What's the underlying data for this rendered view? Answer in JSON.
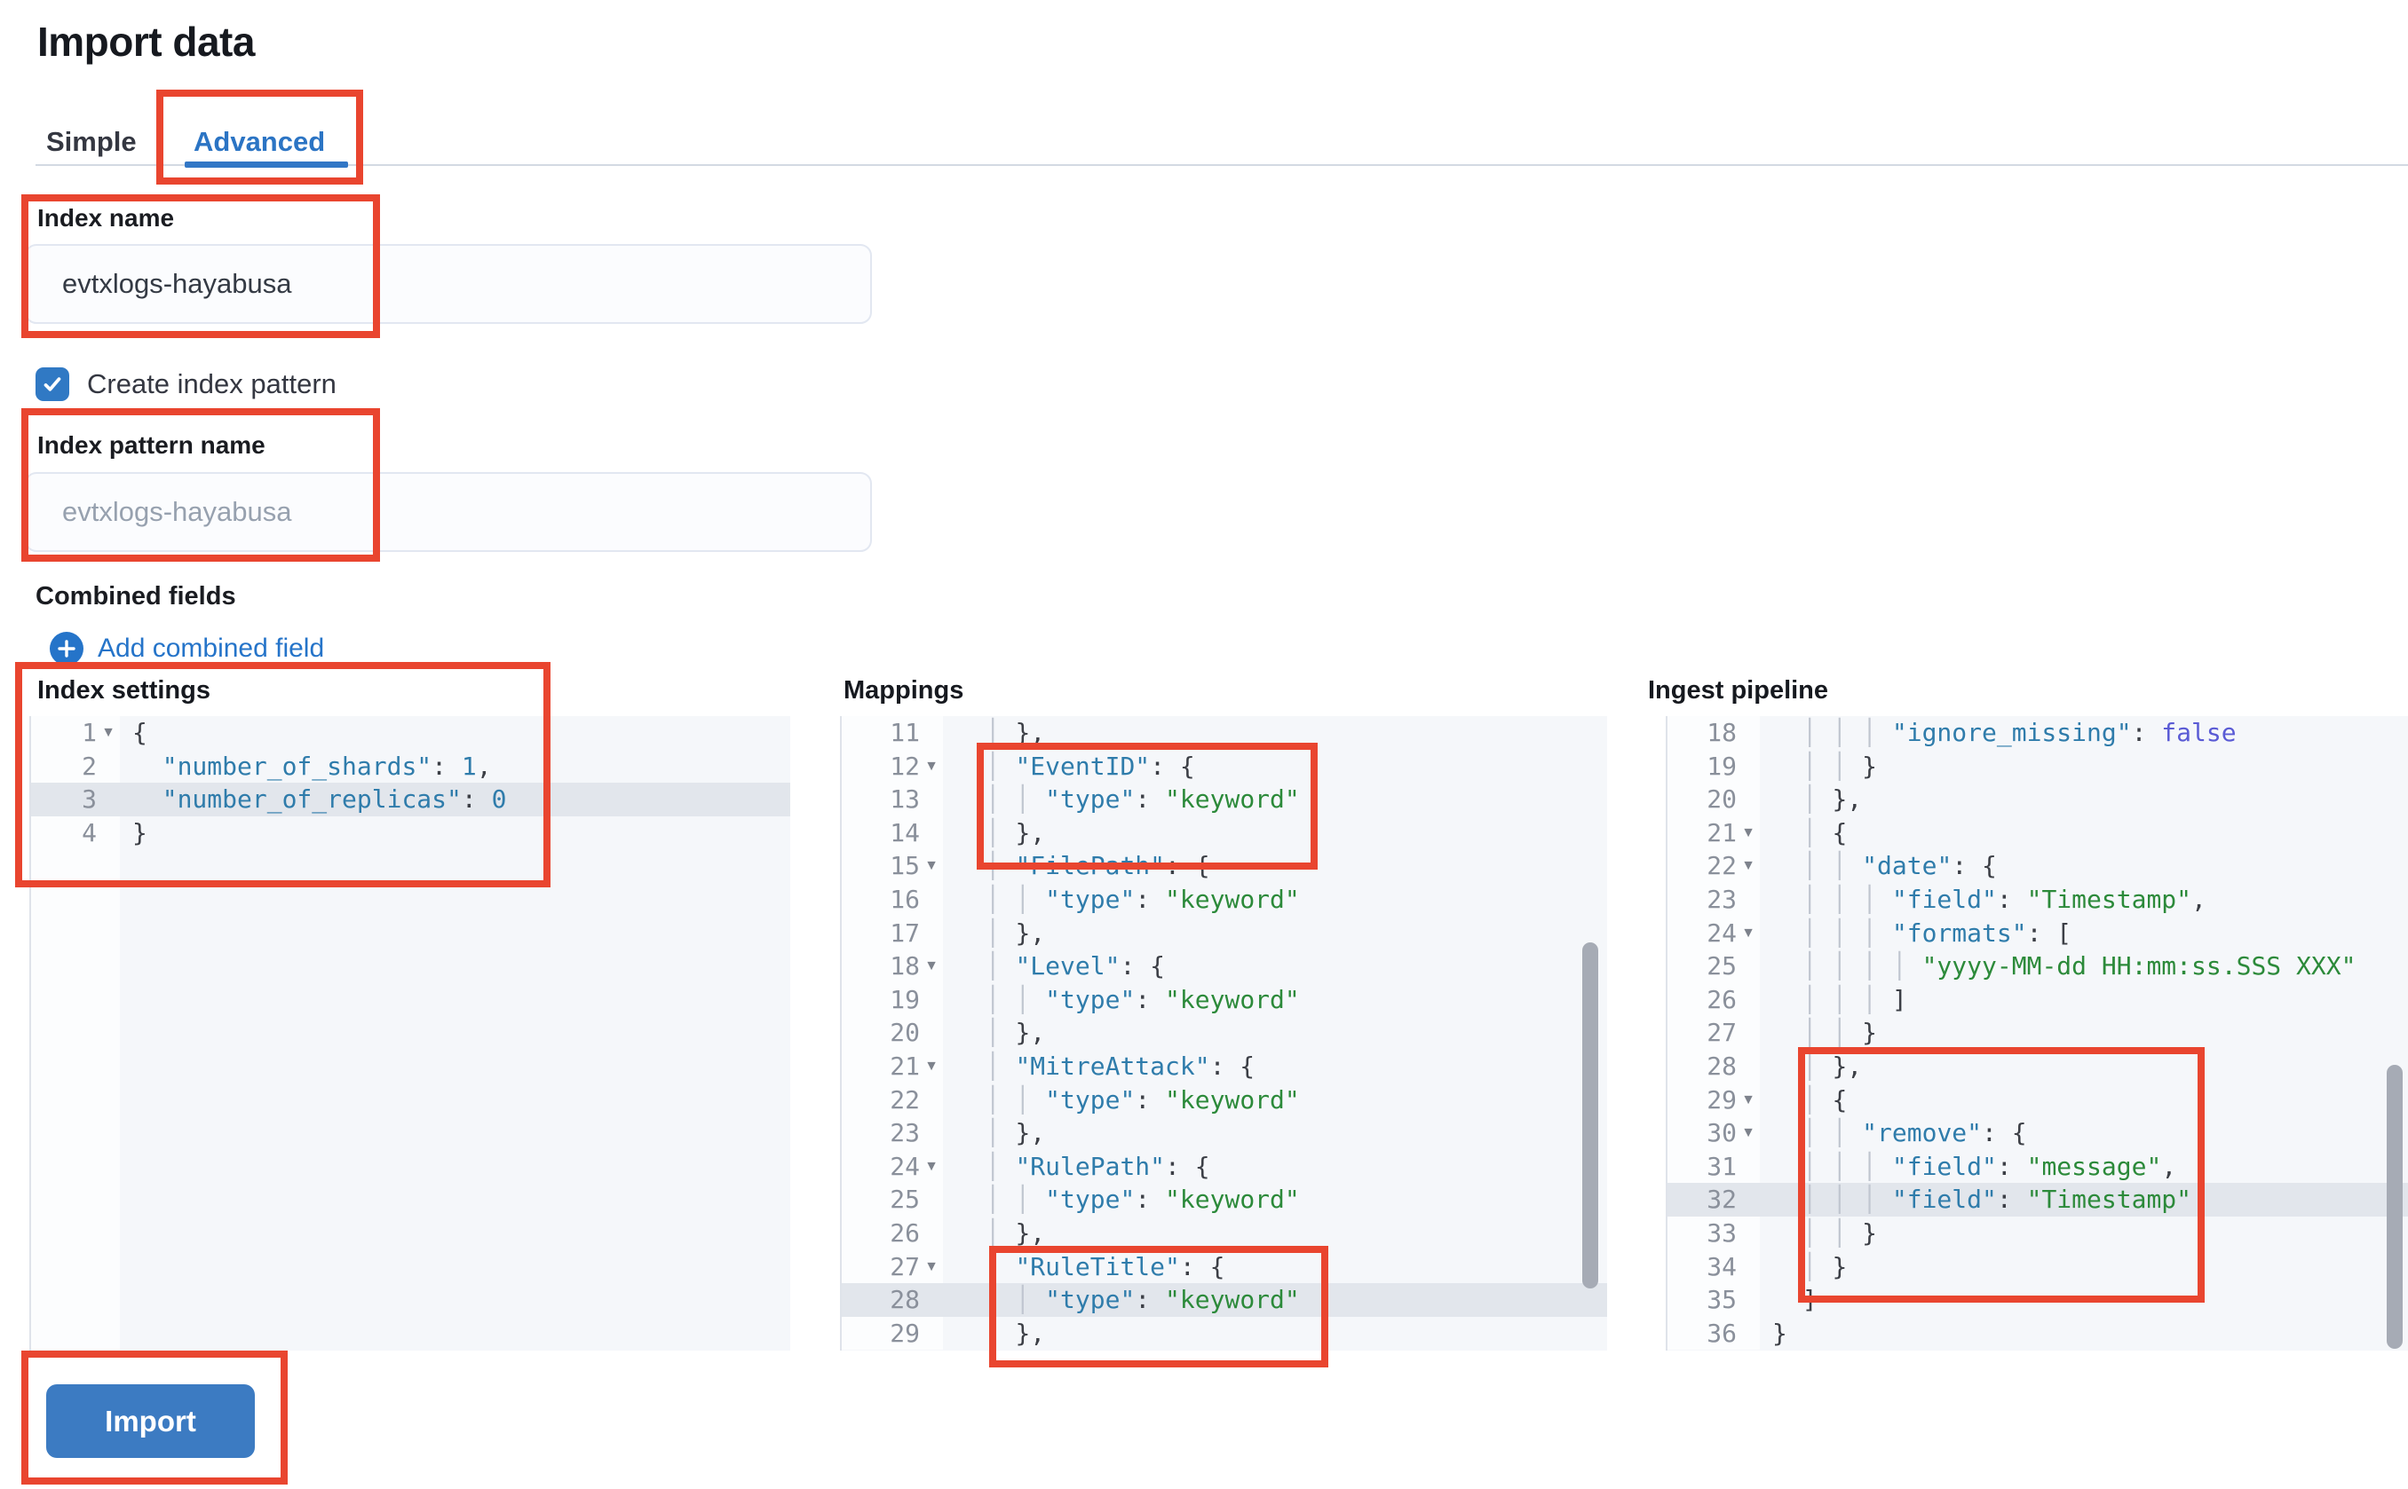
{
  "page": {
    "title": "Import data"
  },
  "tabs": [
    {
      "label": "Simple",
      "selected": false
    },
    {
      "label": "Advanced",
      "selected": true
    }
  ],
  "form": {
    "index_name": {
      "label": "Index name",
      "value": "evtxlogs-hayabusa"
    },
    "create_index_pattern": {
      "label": "Create index pattern",
      "checked": true
    },
    "index_pattern_name": {
      "label": "Index pattern name",
      "placeholder": "evtxlogs-hayabusa"
    },
    "combined_fields": {
      "label": "Combined fields",
      "add_link": "Add combined field"
    }
  },
  "editors": [
    {
      "id": "index-settings",
      "label": "Index settings",
      "lines": [
        {
          "n": 1,
          "fold": true,
          "ind": 0,
          "toks": [
            [
              "p",
              "{"
            ]
          ]
        },
        {
          "n": 2,
          "ind": 2,
          "toks": [
            [
              "k",
              "\"number_of_shards\""
            ],
            [
              "p",
              ": "
            ],
            [
              "d",
              "1"
            ],
            [
              "p",
              ","
            ]
          ]
        },
        {
          "n": 3,
          "ind": 2,
          "hl": true,
          "toks": [
            [
              "k",
              "\"number_of_replicas\""
            ],
            [
              "p",
              ": "
            ],
            [
              "d",
              "0"
            ]
          ]
        },
        {
          "n": 4,
          "ind": 0,
          "toks": [
            [
              "p",
              "}"
            ]
          ]
        }
      ]
    },
    {
      "id": "mappings",
      "label": "Mappings",
      "lines": [
        {
          "n": 11,
          "ind": 4,
          "toks": [
            [
              "p",
              "},"
            ]
          ]
        },
        {
          "n": 12,
          "fold": true,
          "ind": 4,
          "toks": [
            [
              "k",
              "\"EventID\""
            ],
            [
              "p",
              ": {"
            ]
          ]
        },
        {
          "n": 13,
          "ind": 6,
          "toks": [
            [
              "k",
              "\"type\""
            ],
            [
              "p",
              ": "
            ],
            [
              "s",
              "\"keyword\""
            ]
          ]
        },
        {
          "n": 14,
          "ind": 4,
          "toks": [
            [
              "p",
              "},"
            ]
          ]
        },
        {
          "n": 15,
          "fold": true,
          "ind": 4,
          "toks": [
            [
              "k",
              "\"FilePath\""
            ],
            [
              "p",
              ": {"
            ]
          ]
        },
        {
          "n": 16,
          "ind": 6,
          "toks": [
            [
              "k",
              "\"type\""
            ],
            [
              "p",
              ": "
            ],
            [
              "s",
              "\"keyword\""
            ]
          ]
        },
        {
          "n": 17,
          "ind": 4,
          "toks": [
            [
              "p",
              "},"
            ]
          ]
        },
        {
          "n": 18,
          "fold": true,
          "ind": 4,
          "toks": [
            [
              "k",
              "\"Level\""
            ],
            [
              "p",
              ": {"
            ]
          ]
        },
        {
          "n": 19,
          "ind": 6,
          "toks": [
            [
              "k",
              "\"type\""
            ],
            [
              "p",
              ": "
            ],
            [
              "s",
              "\"keyword\""
            ]
          ]
        },
        {
          "n": 20,
          "ind": 4,
          "toks": [
            [
              "p",
              "},"
            ]
          ]
        },
        {
          "n": 21,
          "fold": true,
          "ind": 4,
          "toks": [
            [
              "k",
              "\"MitreAttack\""
            ],
            [
              "p",
              ": {"
            ]
          ]
        },
        {
          "n": 22,
          "ind": 6,
          "toks": [
            [
              "k",
              "\"type\""
            ],
            [
              "p",
              ": "
            ],
            [
              "s",
              "\"keyword\""
            ]
          ]
        },
        {
          "n": 23,
          "ind": 4,
          "toks": [
            [
              "p",
              "},"
            ]
          ]
        },
        {
          "n": 24,
          "fold": true,
          "ind": 4,
          "toks": [
            [
              "k",
              "\"RulePath\""
            ],
            [
              "p",
              ": {"
            ]
          ]
        },
        {
          "n": 25,
          "ind": 6,
          "toks": [
            [
              "k",
              "\"type\""
            ],
            [
              "p",
              ": "
            ],
            [
              "s",
              "\"keyword\""
            ]
          ]
        },
        {
          "n": 26,
          "ind": 4,
          "toks": [
            [
              "p",
              "},"
            ]
          ]
        },
        {
          "n": 27,
          "fold": true,
          "ind": 4,
          "toks": [
            [
              "k",
              "\"RuleTitle\""
            ],
            [
              "p",
              ": {"
            ]
          ]
        },
        {
          "n": 28,
          "ind": 6,
          "hl": true,
          "toks": [
            [
              "k",
              "\"type\""
            ],
            [
              "p",
              ": "
            ],
            [
              "s",
              "\"keyword\""
            ]
          ]
        },
        {
          "n": 29,
          "ind": 4,
          "toks": [
            [
              "p",
              "},"
            ]
          ]
        }
      ]
    },
    {
      "id": "ingest-pipeline",
      "label": "Ingest pipeline",
      "lines": [
        {
          "n": 18,
          "ind": 8,
          "toks": [
            [
              "k",
              "\"ignore_missing\""
            ],
            [
              "p",
              ": "
            ],
            [
              "b",
              "false"
            ]
          ]
        },
        {
          "n": 19,
          "ind": 6,
          "toks": [
            [
              "p",
              "}"
            ]
          ]
        },
        {
          "n": 20,
          "ind": 4,
          "toks": [
            [
              "p",
              "},"
            ]
          ]
        },
        {
          "n": 21,
          "fold": true,
          "ind": 4,
          "toks": [
            [
              "p",
              "{"
            ]
          ]
        },
        {
          "n": 22,
          "fold": true,
          "ind": 6,
          "toks": [
            [
              "k",
              "\"date\""
            ],
            [
              "p",
              ": {"
            ]
          ]
        },
        {
          "n": 23,
          "ind": 8,
          "toks": [
            [
              "k",
              "\"field\""
            ],
            [
              "p",
              ": "
            ],
            [
              "s",
              "\"Timestamp\""
            ],
            [
              "p",
              ","
            ]
          ]
        },
        {
          "n": 24,
          "fold": true,
          "ind": 8,
          "toks": [
            [
              "k",
              "\"formats\""
            ],
            [
              "p",
              ": ["
            ]
          ]
        },
        {
          "n": 25,
          "ind": 10,
          "toks": [
            [
              "s",
              "\"yyyy-MM-dd HH:mm:ss.SSS XXX\""
            ]
          ]
        },
        {
          "n": 26,
          "ind": 8,
          "toks": [
            [
              "p",
              "]"
            ]
          ]
        },
        {
          "n": 27,
          "ind": 6,
          "toks": [
            [
              "p",
              "}"
            ]
          ]
        },
        {
          "n": 28,
          "ind": 4,
          "toks": [
            [
              "p",
              "},"
            ]
          ]
        },
        {
          "n": 29,
          "fold": true,
          "ind": 4,
          "toks": [
            [
              "p",
              "{"
            ]
          ]
        },
        {
          "n": 30,
          "fold": true,
          "ind": 6,
          "toks": [
            [
              "k",
              "\"remove\""
            ],
            [
              "p",
              ": {"
            ]
          ]
        },
        {
          "n": 31,
          "ind": 8,
          "toks": [
            [
              "k",
              "\"field\""
            ],
            [
              "p",
              ": "
            ],
            [
              "s",
              "\"message\""
            ],
            [
              "p",
              ","
            ]
          ]
        },
        {
          "n": 32,
          "ind": 8,
          "hl": true,
          "toks": [
            [
              "k",
              "\"field\""
            ],
            [
              "p",
              ": "
            ],
            [
              "s",
              "\"Timestamp\""
            ]
          ]
        },
        {
          "n": 33,
          "ind": 6,
          "toks": [
            [
              "p",
              "}"
            ]
          ]
        },
        {
          "n": 34,
          "ind": 4,
          "toks": [
            [
              "p",
              "}"
            ]
          ]
        },
        {
          "n": 35,
          "ind": 2,
          "toks": [
            [
              "p",
              "]"
            ]
          ]
        },
        {
          "n": 36,
          "ind": 0,
          "toks": [
            [
              "p",
              "}"
            ]
          ]
        }
      ]
    }
  ],
  "import_button": {
    "label": "Import"
  },
  "colors": {
    "annotation_red": "#e9452f",
    "primary_button_blue": "#3c7bc2",
    "checkbox_blue": "#3079c4",
    "link_blue": "#2574c9",
    "tab_active_blue": "#2b74c4",
    "tab_underline": "#3277c6",
    "syntax_key": "#2f7cab",
    "syntax_string": "#2c8a3a",
    "syntax_boolean": "#5a5bd5",
    "syntax_punct": "#3c3f46",
    "editor_background": "#f5f7fa",
    "active_line_background": "#e2e6ec"
  }
}
